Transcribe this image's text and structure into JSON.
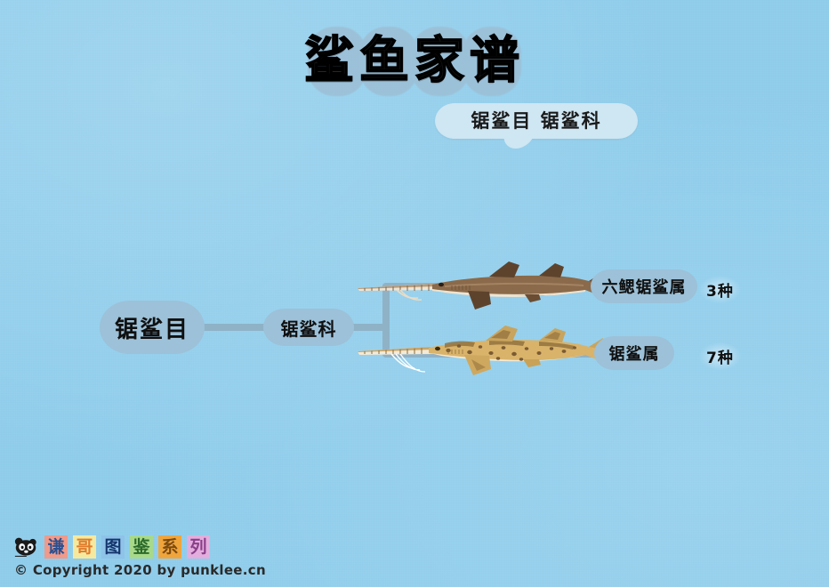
{
  "page": {
    "title": "鲨鱼家谱",
    "title_chars": [
      "鲨",
      "鱼",
      "家",
      "谱"
    ],
    "subtitle": "锯鲨目 锯鲨科",
    "background_color": "#8fcdeb",
    "node_color": "#9cc1d8",
    "connector_color": "#8fb2c7",
    "bubble_color": "#cfe6f3"
  },
  "tree": {
    "order": {
      "label": "锯鲨目"
    },
    "family": {
      "label": "锯鲨科"
    },
    "genera": [
      {
        "label": "六鳃锯鲨属",
        "count": "3种",
        "illustration": "sixgill-sawshark",
        "body_color": "#8a6a4a",
        "belly_color": "#f1e6d4",
        "fin_color": "#5e432c"
      },
      {
        "label": "锯鲨属",
        "count": "7种",
        "illustration": "common-sawshark",
        "body_color": "#d9b36a",
        "belly_color": "#f3ead6",
        "spot_color": "#7a5a32"
      }
    ]
  },
  "footer": {
    "logo_icon": "panda-logo-icon",
    "brand_chars": [
      {
        "char": "谦",
        "bg": "#ef9a8a",
        "fg": "#2b4f8f"
      },
      {
        "char": "哥",
        "bg": "#f5e9a0",
        "fg": "#e07a2a"
      },
      {
        "char": "图",
        "bg": "#8fc3e8",
        "fg": "#15356d"
      },
      {
        "char": "鉴",
        "bg": "#a8d98a",
        "fg": "#2b6a2b"
      },
      {
        "char": "系",
        "bg": "#f0a53c",
        "fg": "#7a4a10"
      },
      {
        "char": "列",
        "bg": "#e3aedd",
        "fg": "#8a3f8a"
      }
    ],
    "copyright": "© Copyright 2020 by punklee.cn"
  }
}
